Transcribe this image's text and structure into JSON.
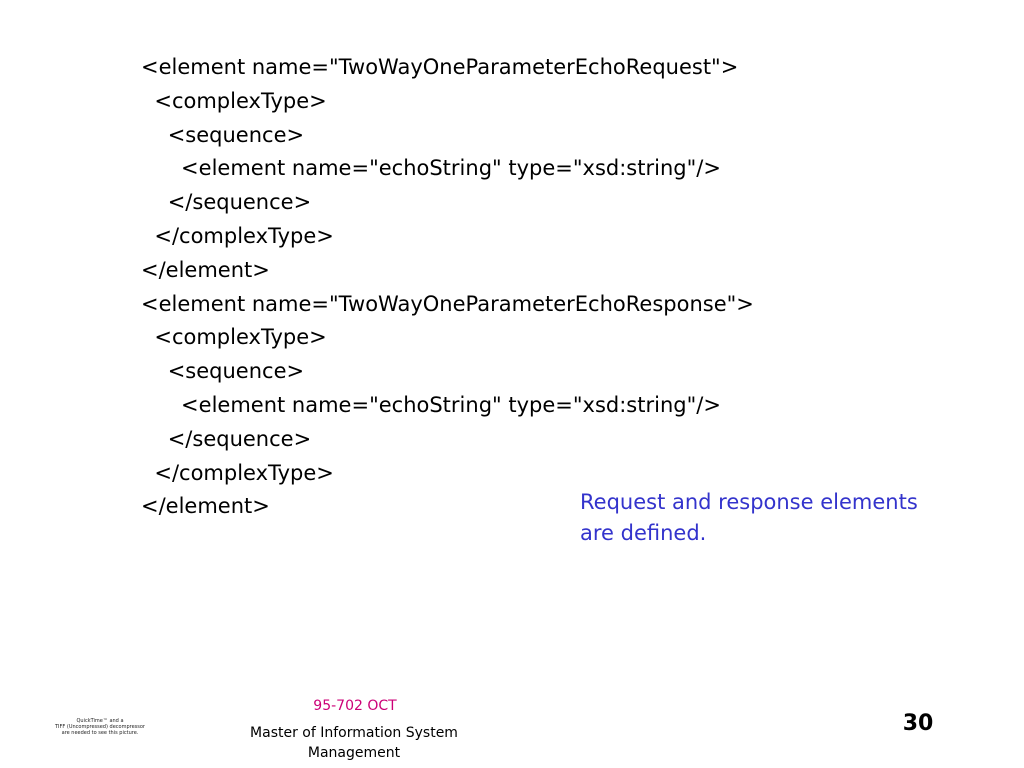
{
  "slide": {
    "code_lines": [
      "<element name=\"TwoWayOneParameterEchoRequest\">",
      "  <complexType>",
      "    <sequence>",
      "      <element name=\"echoString\" type=\"xsd:string\"/>",
      "    </sequence>",
      "  </complexType>",
      "</element>",
      "<element name=\"TwoWayOneParameterEchoResponse\">",
      "  <complexType>",
      "    <sequence>",
      "      <element name=\"echoString\" type=\"xsd:string\"/>",
      "    </sequence>",
      "  </complexType>",
      "</element>"
    ],
    "callout": "Request and response elements\nare defined."
  },
  "footer": {
    "course": "95-702 OCT",
    "program": "Master of Information System\nManagement",
    "page_number": "30",
    "quicktime_notice": [
      "QuickTime™ and a",
      "TIFF (Uncompressed) decompressor",
      "are needed to see this picture."
    ]
  },
  "colors": {
    "callout": "#3333cc",
    "course": "#cc0077",
    "text": "#000000",
    "background": "#ffffff"
  }
}
